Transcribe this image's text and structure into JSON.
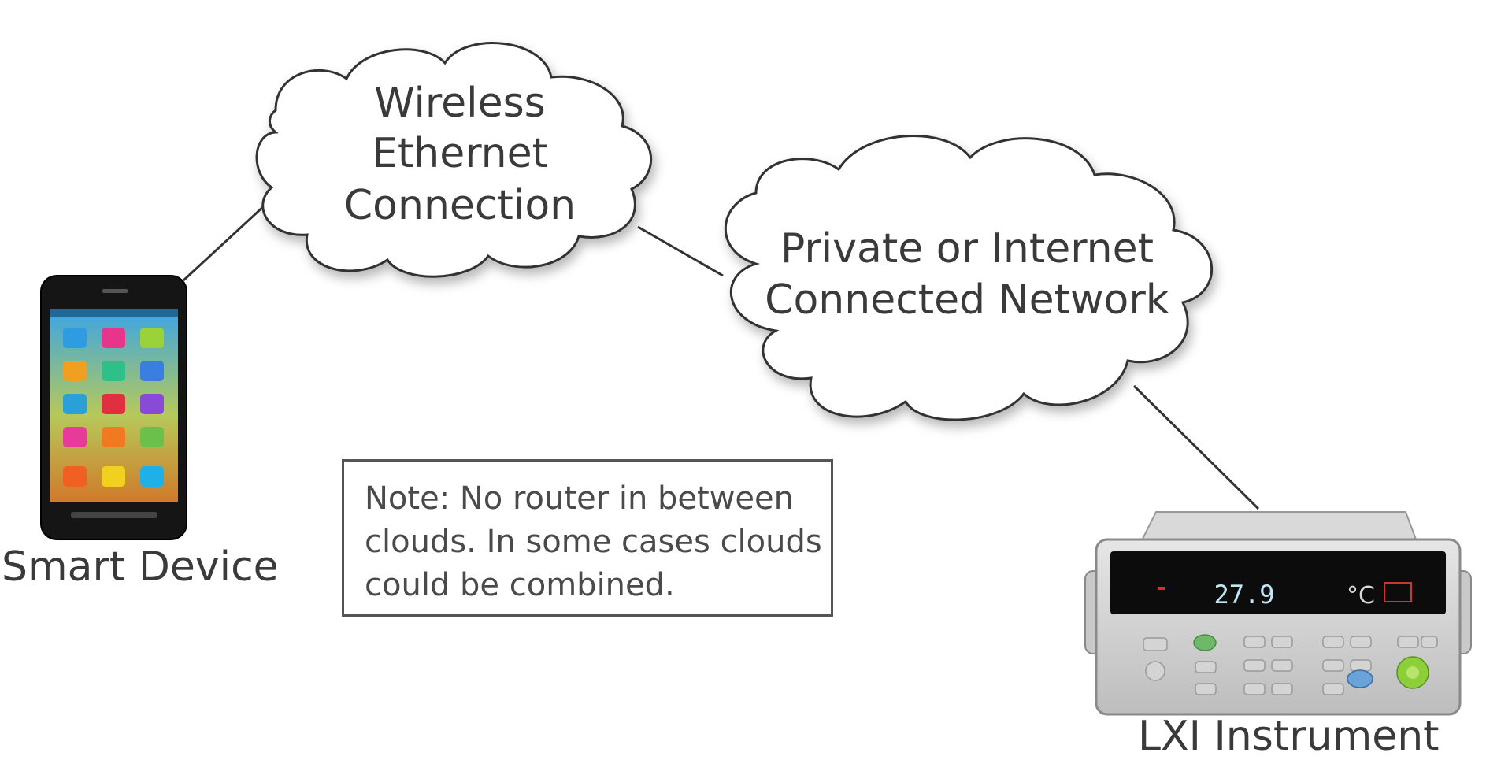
{
  "clouds": {
    "wireless": {
      "lines": [
        "Wireless",
        "Ethernet",
        "Connection"
      ]
    },
    "network": {
      "lines": [
        "Private or Internet",
        "Connected Network"
      ]
    }
  },
  "devices": {
    "smart_device": {
      "label": "Smart Device"
    },
    "lxi_instrument": {
      "label": "LXI Instrument",
      "display_value": "27.9",
      "display_unit": "°C"
    }
  },
  "note": {
    "lines": [
      "Note: No router in between",
      "clouds. In some cases clouds",
      "could be combined."
    ]
  },
  "colors": {
    "outline": "#3a3a3a",
    "text": "#3a3a3a",
    "background": "#ffffff"
  }
}
